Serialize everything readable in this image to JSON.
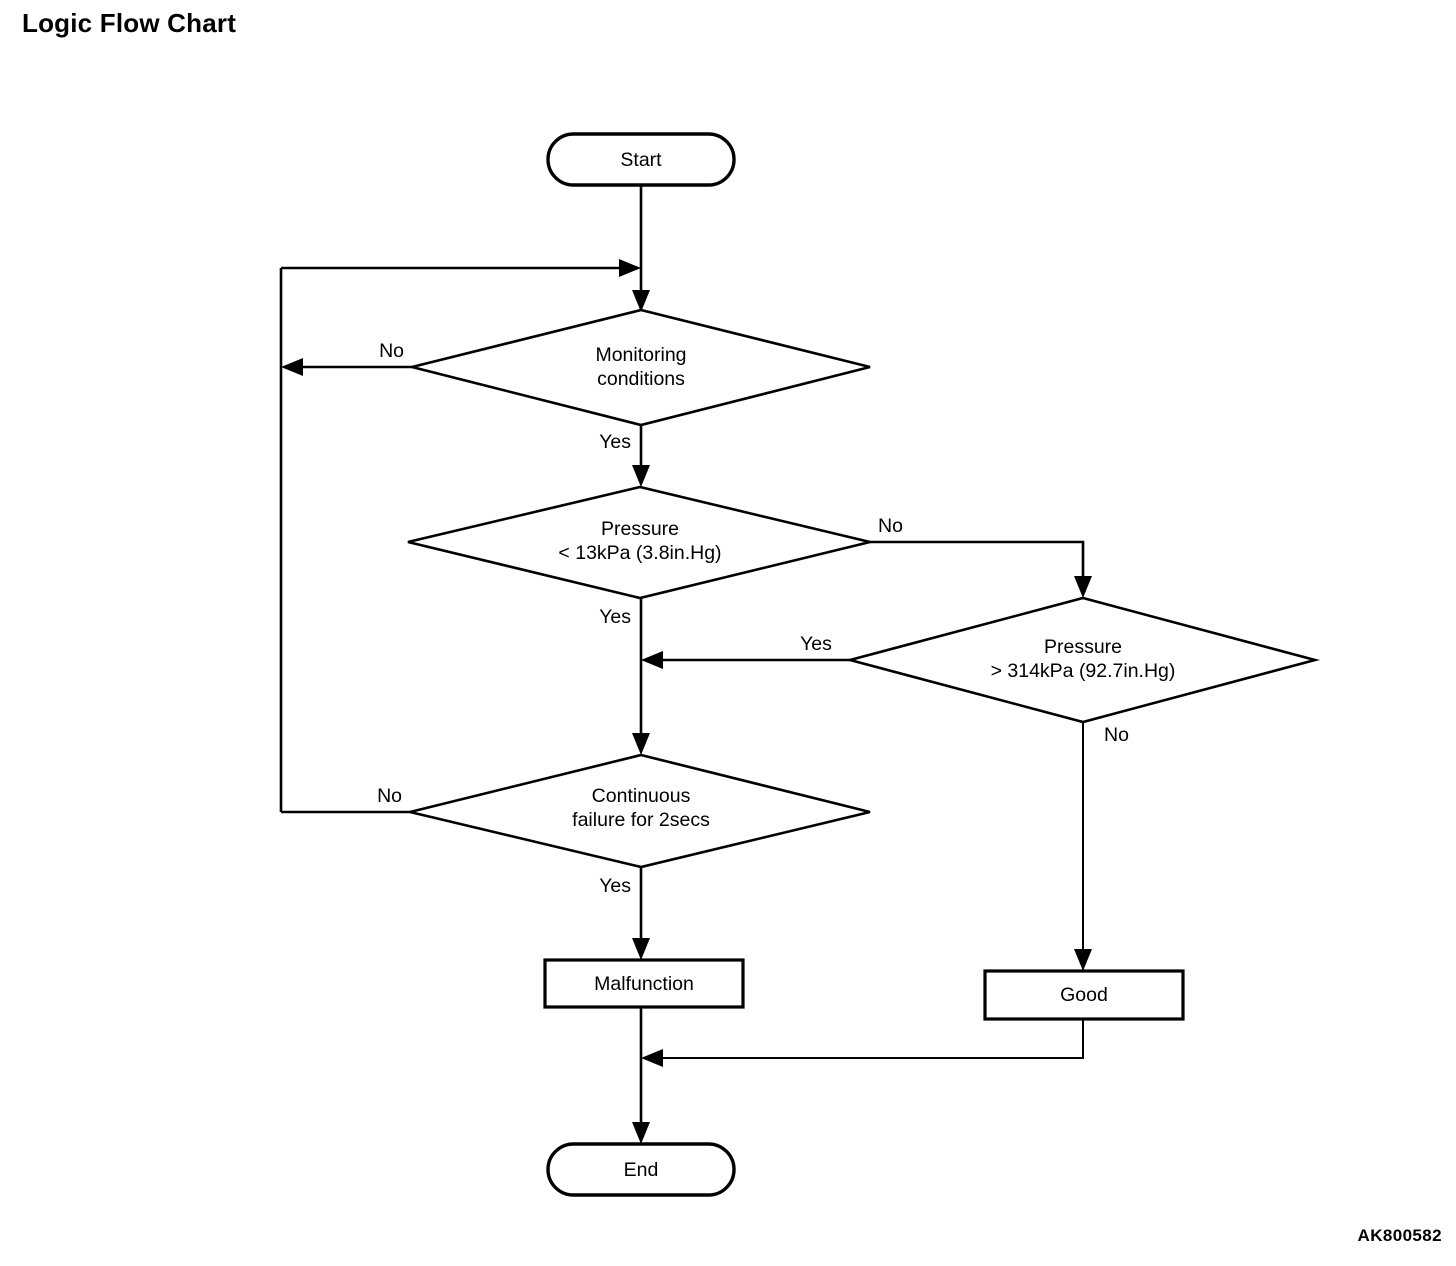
{
  "title": "Logic Flow Chart",
  "reference_code": "AK800582",
  "chart_data": {
    "type": "diagram",
    "title": "Logic Flow Chart",
    "diagram_kind": "flowchart",
    "orientation": "top-to-bottom",
    "nodes": [
      {
        "id": "start",
        "shape": "terminator",
        "label": "Start"
      },
      {
        "id": "monitor",
        "shape": "decision",
        "label_line1": "Monitoring",
        "label_line2": "conditions"
      },
      {
        "id": "press_low",
        "shape": "decision",
        "label_line1": "Pressure",
        "label_line2": "< 13kPa (3.8in.Hg)"
      },
      {
        "id": "press_high",
        "shape": "decision",
        "label_line1": "Pressure",
        "label_line2": "> 314kPa (92.7in.Hg)"
      },
      {
        "id": "cont_fail",
        "shape": "decision",
        "label_line1": "Continuous",
        "label_line2": "failure for 2secs"
      },
      {
        "id": "malfunction",
        "shape": "process",
        "label": "Malfunction"
      },
      {
        "id": "good",
        "shape": "process",
        "label": "Good"
      },
      {
        "id": "end",
        "shape": "terminator",
        "label": "End"
      }
    ],
    "edges": [
      {
        "from": "start",
        "to": "monitor",
        "label": ""
      },
      {
        "from": "monitor",
        "to": "loop",
        "label": "No"
      },
      {
        "from": "monitor",
        "to": "press_low",
        "label": "Yes"
      },
      {
        "from": "press_low",
        "to": "press_high",
        "label": "No"
      },
      {
        "from": "press_low",
        "to": "cont_fail",
        "label": "Yes"
      },
      {
        "from": "press_high",
        "to": "cont_fail",
        "label": "Yes"
      },
      {
        "from": "press_high",
        "to": "good",
        "label": "No"
      },
      {
        "from": "cont_fail",
        "to": "loop",
        "label": "No"
      },
      {
        "from": "cont_fail",
        "to": "malfunction",
        "label": "Yes"
      },
      {
        "from": "malfunction",
        "to": "end",
        "label": ""
      },
      {
        "from": "good",
        "to": "end",
        "label": ""
      }
    ]
  },
  "nodes": {
    "start": {
      "label": "Start"
    },
    "monitoring": {
      "line1": "Monitoring",
      "line2": "conditions"
    },
    "pressure_low": {
      "line1": "Pressure",
      "line2": "< 13kPa (3.8in.Hg)"
    },
    "pressure_high": {
      "line1": "Pressure",
      "line2": "> 314kPa (92.7in.Hg)"
    },
    "continuous_failure": {
      "line1": "Continuous",
      "line2": "failure for 2secs"
    },
    "malfunction": {
      "label": "Malfunction"
    },
    "good": {
      "label": "Good"
    },
    "end": {
      "label": "End"
    }
  },
  "edge_labels": {
    "monitoring_no": "No",
    "monitoring_yes": "Yes",
    "pressure_low_no": "No",
    "pressure_low_yes": "Yes",
    "pressure_high_yes": "Yes",
    "pressure_high_no": "No",
    "continuous_failure_no": "No",
    "continuous_failure_yes": "Yes"
  },
  "colors": {
    "stroke": "#000000",
    "fill": "#ffffff",
    "text": "#000000"
  }
}
